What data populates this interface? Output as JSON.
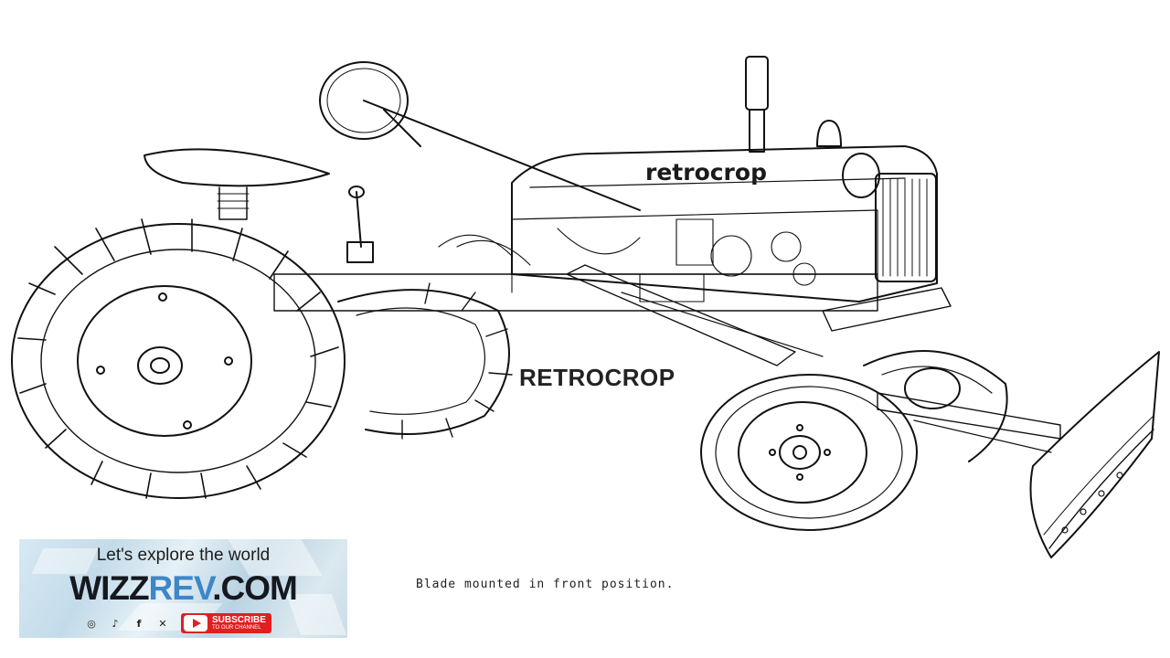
{
  "watermarks": {
    "upper": "retrocrop",
    "lower": "RETROCROP"
  },
  "caption": "Blade mounted in front position.",
  "banner": {
    "tagline": "Let's explore the world",
    "brand_left": "WIZZ",
    "brand_mid": "REV",
    "brand_right": ".COM",
    "subscribe_label": "SUBSCRIBE",
    "subscribe_sub": "TO OUR CHANNEL",
    "accent_color": "#3f86c8",
    "subscribe_color": "#e02020",
    "social_icons": [
      "instagram-icon",
      "tiktok-icon",
      "facebook-icon",
      "x-icon",
      "youtube-icon"
    ]
  }
}
